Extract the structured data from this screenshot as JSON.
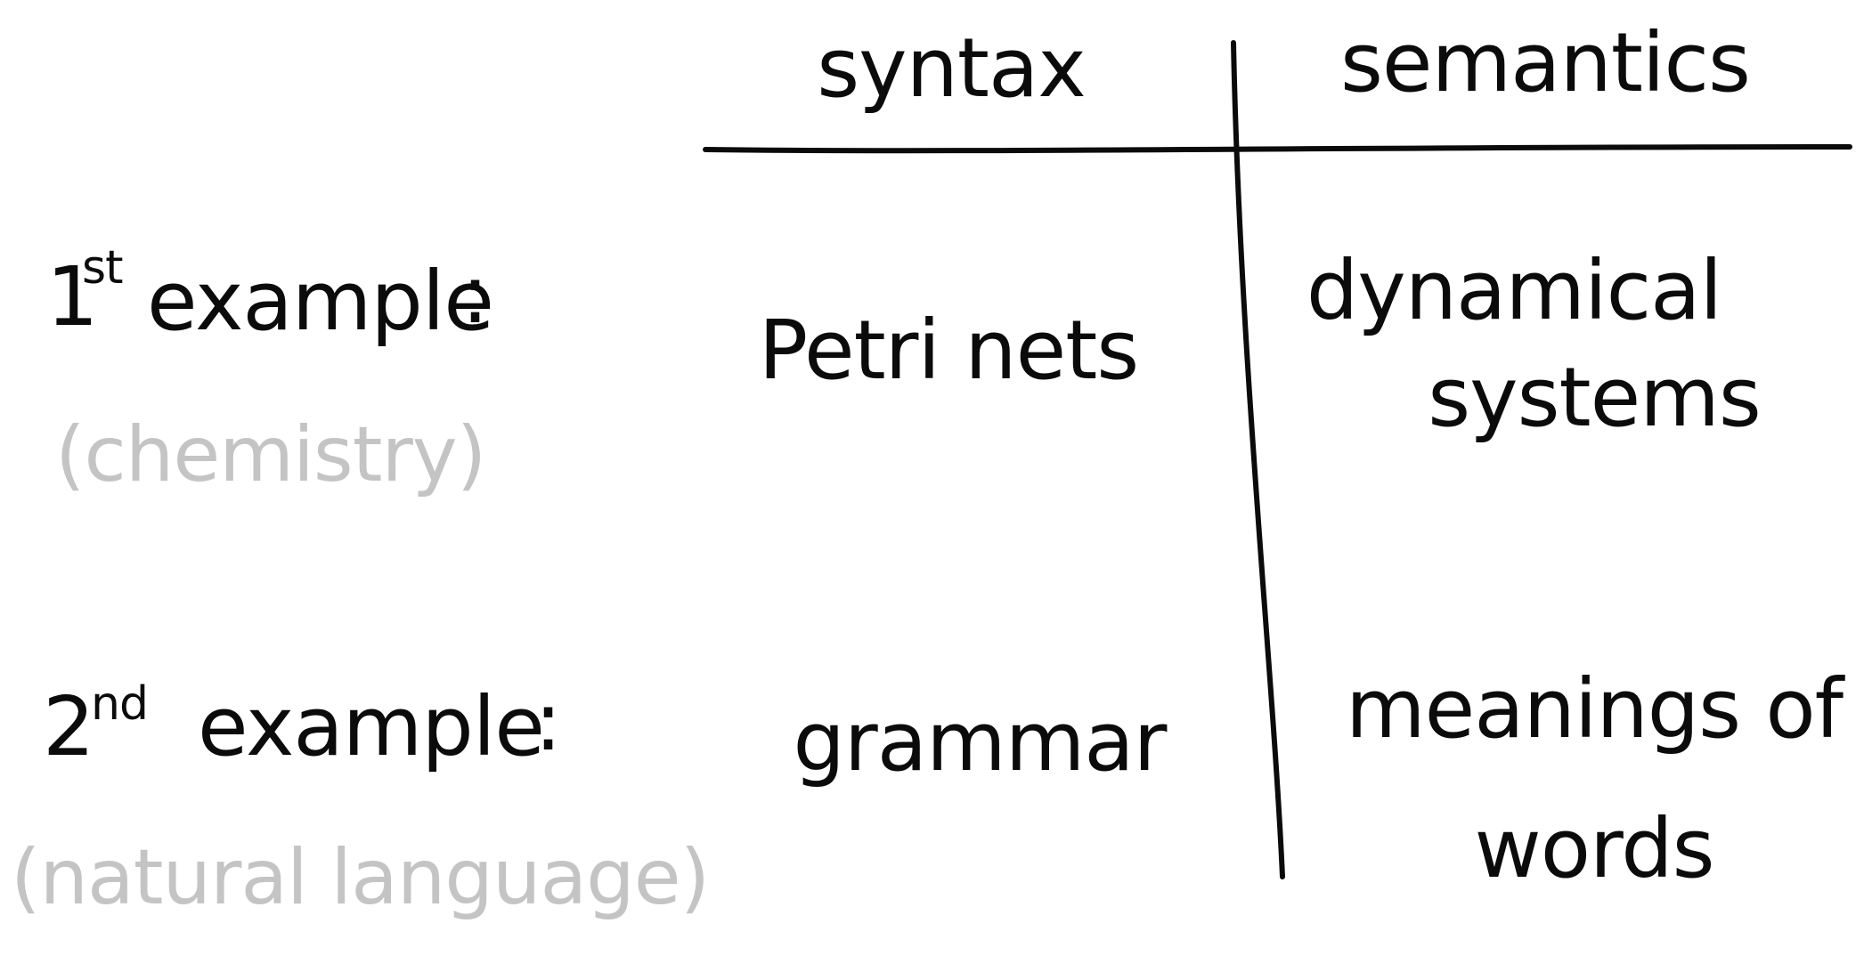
{
  "table": {
    "headers": {
      "syntax": "syntax",
      "semantics": "semantics"
    },
    "rows": [
      {
        "number": "1",
        "suffix": "st",
        "example_word": "example",
        "colon": ":",
        "domain": "(chemistry)",
        "syntax_lines": [
          "Petri nets"
        ],
        "semantics_lines": [
          "dynamical",
          "systems"
        ]
      },
      {
        "number": "2",
        "suffix": "nd",
        "example_word": "example",
        "colon": ":",
        "domain": "(natural language)",
        "syntax_lines": [
          "grammar"
        ],
        "semantics_lines": [
          "meanings of",
          "words"
        ]
      }
    ]
  },
  "colors": {
    "ink": "#0b0b0b",
    "faded_ink": "#c4c4c4",
    "background": "#ffffff"
  }
}
